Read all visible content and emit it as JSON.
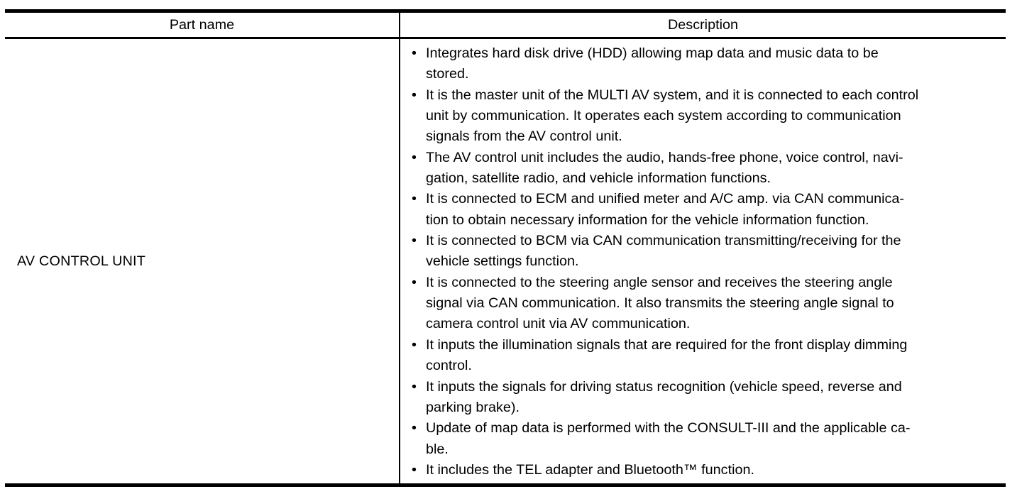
{
  "page": {
    "background": "#ffffff",
    "text_color": "#000000",
    "border_color": "#000000"
  },
  "table": {
    "bullet_glyph": "•",
    "headers": {
      "part_name": "Part name",
      "description": "Description"
    },
    "rows": [
      {
        "part_name": "AV CONTROL UNIT",
        "description_bullets": [
          "Integrates hard disk drive (HDD) allowing map data and music data to be\nstored.",
          "It is the master unit of the MULTI AV system, and it is connected to each control\nunit by communication. It operates each system according to communication\nsignals from the AV control unit.",
          "The AV control unit includes the audio, hands-free phone, voice control, navi-\ngation, satellite radio, and vehicle information functions.",
          "It is connected to ECM and unified meter and A/C amp. via CAN communica-\ntion to obtain necessary information for the vehicle information function.",
          "It is connected to BCM via CAN communication transmitting/receiving for the\nvehicle settings function.",
          "It is connected to the steering angle sensor and receives the steering angle\nsignal via CAN communication. It also transmits the steering angle signal to\ncamera control unit via AV communication.",
          "It inputs the illumination signals that are required for the front display dimming\ncontrol.",
          "It inputs the signals for driving status recognition (vehicle speed, reverse and\nparking brake).",
          "Update of map data is performed with the CONSULT-III and the applicable ca-\nble.",
          "It includes the TEL adapter and Bluetooth™ function."
        ]
      }
    ]
  }
}
